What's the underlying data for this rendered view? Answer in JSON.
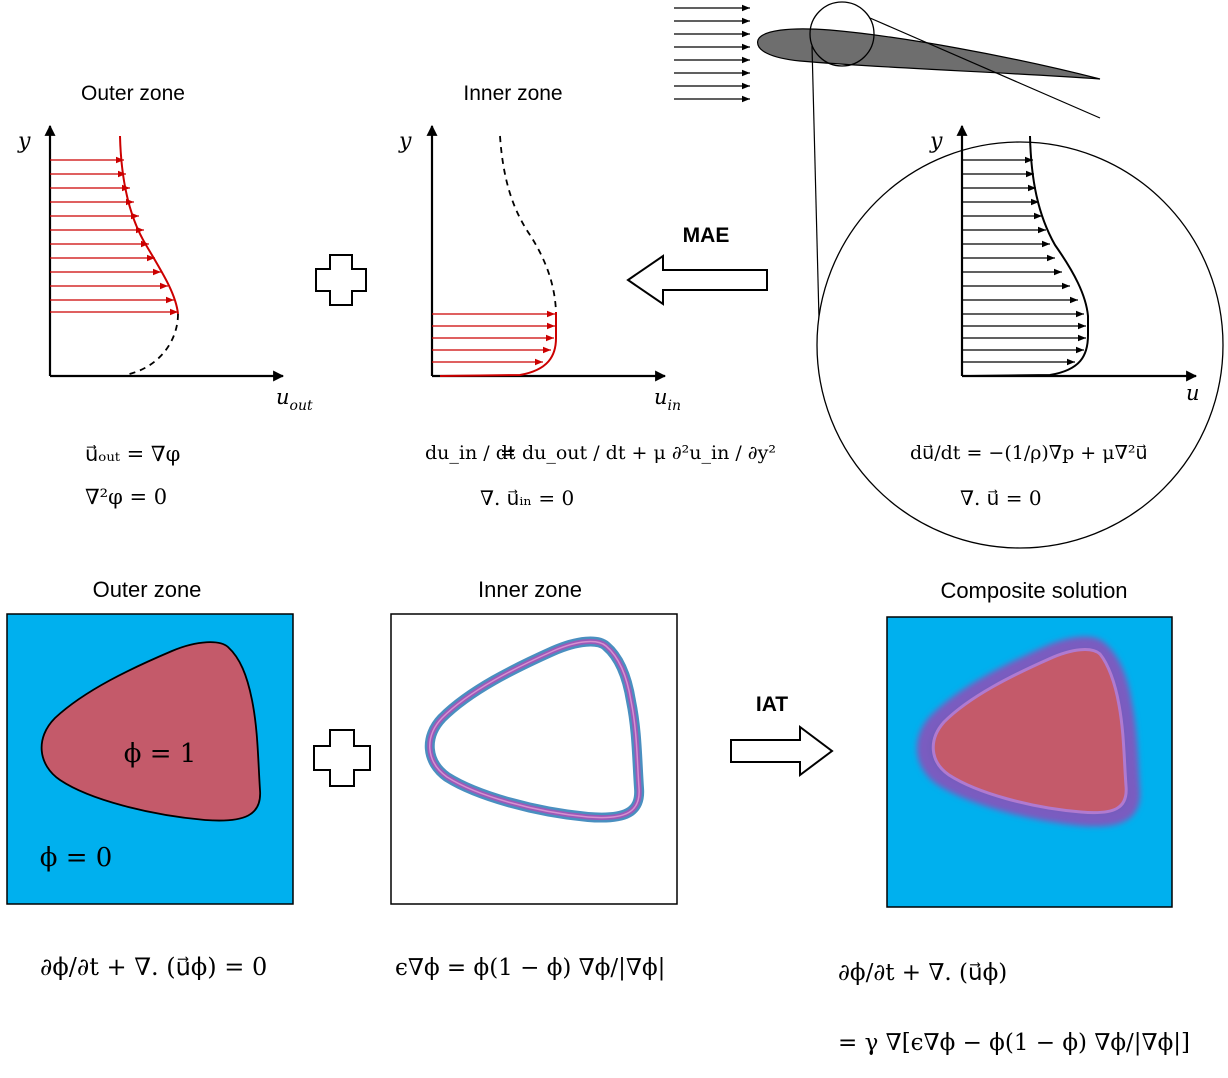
{
  "top": {
    "outer_title": "Outer zone",
    "inner_title": "Inner zone",
    "axis_y": "y",
    "axis_u_out": "u",
    "axis_u_out_sub": "out",
    "axis_u_in": "u",
    "axis_u_in_sub": "in",
    "axis_u": "u",
    "mae_label": "MAE",
    "outer_eq1": "u⃗ₒᵤₜ = ∇φ",
    "outer_eq2": "∇²φ = 0",
    "inner_eq1_lhs": "du_in / dt",
    "inner_eq1_rhs": "= du_out / dt + μ ∂²u_in / ∂y²",
    "inner_eq2": "∇. u⃗ᵢₙ = 0",
    "ns_eq1": "du⃗/dt = −(1/ρ)∇p + μ∇²u⃗",
    "ns_eq2": "∇. u⃗ = 0"
  },
  "bottom": {
    "outer_title": "Outer zone",
    "inner_title": "Inner zone",
    "composite_title": "Composite solution",
    "phi1_label": "ϕ = 1",
    "phi0_label": "ϕ = 0",
    "iat_label": "IAT",
    "outer_eq": "∂ϕ/∂t + ∇. (u⃗ϕ) = 0",
    "inner_eq": "ϵ∇ϕ = ϕ(1 − ϕ) ∇ϕ/|∇ϕ|",
    "composite_eq1": "∂ϕ/∂t + ∇. (u⃗ϕ)",
    "composite_eq2": "= γ ∇[ϵ∇ϕ − ϕ(1 − ϕ) ∇ϕ/|∇ϕ|]"
  },
  "colors": {
    "outer_fill": "#00b0ee",
    "blob_fill": "#c45a6a",
    "red_profile": "#cc0000",
    "interface_blue": "#4a8fc0",
    "interface_purple": "#9a5ab8",
    "airfoil": "#6e6e6e"
  }
}
